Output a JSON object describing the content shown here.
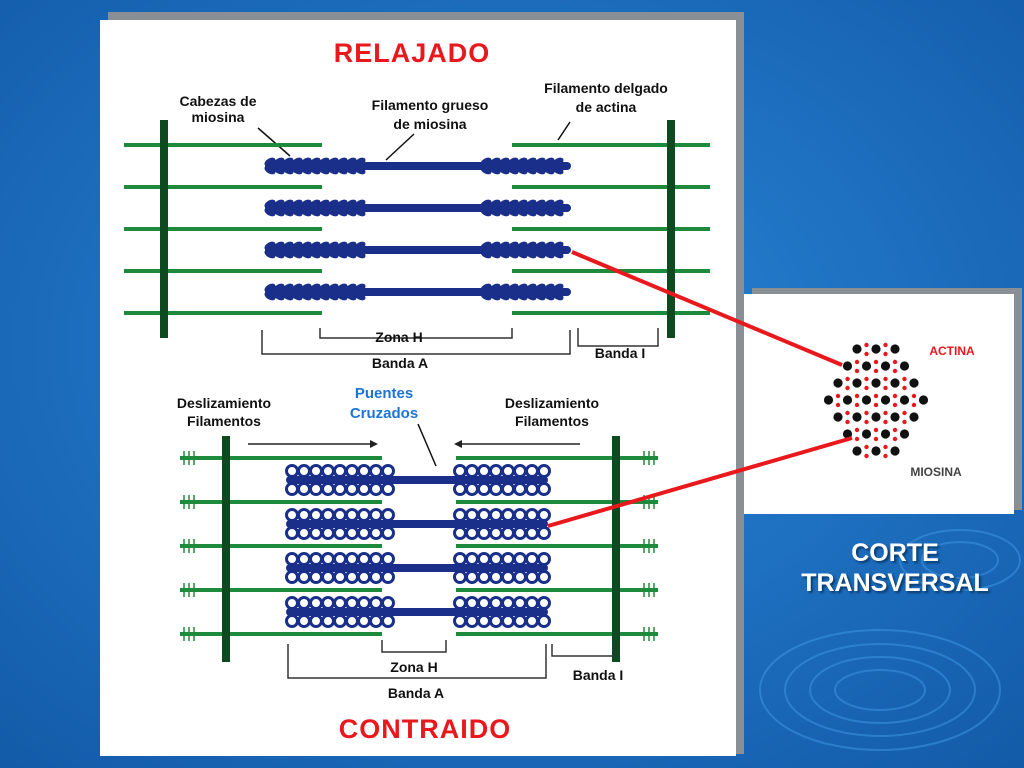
{
  "colors": {
    "background": "#1a6fc4",
    "actin": "#1e8a3c",
    "myosin": "#1a2f8a",
    "z_disc": "#0d4a1f",
    "title_red": "#e8181c",
    "label_blue": "#1e73d6",
    "connector_red": "#e8181c"
  },
  "relaxed": {
    "title": "RELAJADO",
    "labels": {
      "myosin_heads_line1": "Cabezas de",
      "myosin_heads_line2": "miosina",
      "thick_line1": "Filamento grueso",
      "thick_line2": "de miosina",
      "thin_line1": "Filamento delgado",
      "thin_line2": "de actina",
      "zona_h": "Zona H",
      "banda_a": "Banda A",
      "banda_i": "Banda I"
    }
  },
  "contracted": {
    "title": "CONTRAIDO",
    "labels": {
      "slide_left_line1": "Deslizamiento",
      "slide_left_line2": "Filamentos",
      "bridges_line1": "Puentes",
      "bridges_line2": "Cruzados",
      "slide_right_line1": "Deslizamiento",
      "slide_right_line2": "Filamentos",
      "zona_h": "Zona H",
      "banda_a": "Banda A",
      "banda_i": "Banda I"
    }
  },
  "cross_section": {
    "actina_label": "ACTINA",
    "miosina_label": "MIOSINA",
    "title_line1": "CORTE",
    "title_line2": "TRANSVERSAL"
  }
}
